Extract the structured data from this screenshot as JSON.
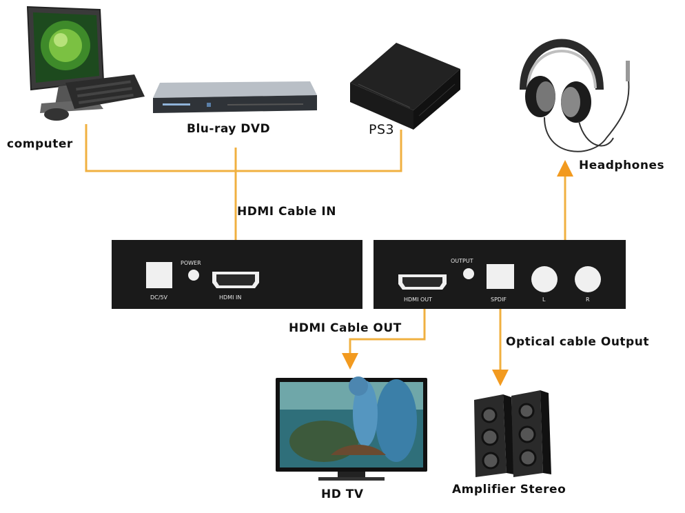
{
  "devices": {
    "computer": "computer",
    "bluray": "Blu-ray DVD",
    "ps3": "PS3",
    "headphones": "Headphones",
    "hdtv": "HD TV",
    "speakers": "Amplifier Stereo"
  },
  "cables": {
    "hdmi_in": "HDMI Cable IN",
    "hdmi_out": "HDMI Cable OUT",
    "optical": "Optical cable Output"
  },
  "input_panel": {
    "dc": "DC/5V",
    "power": "POWER",
    "hdmi_in": "HDMI IN"
  },
  "output_panel": {
    "output": "OUTPUT",
    "hdmi_out": "HDMI OUT",
    "spdif": "SPDIF",
    "left": "L",
    "right": "R"
  },
  "colors": {
    "cable": "#f0b040",
    "arrow": "#f29a1f",
    "panel": "#1a1a1a"
  }
}
